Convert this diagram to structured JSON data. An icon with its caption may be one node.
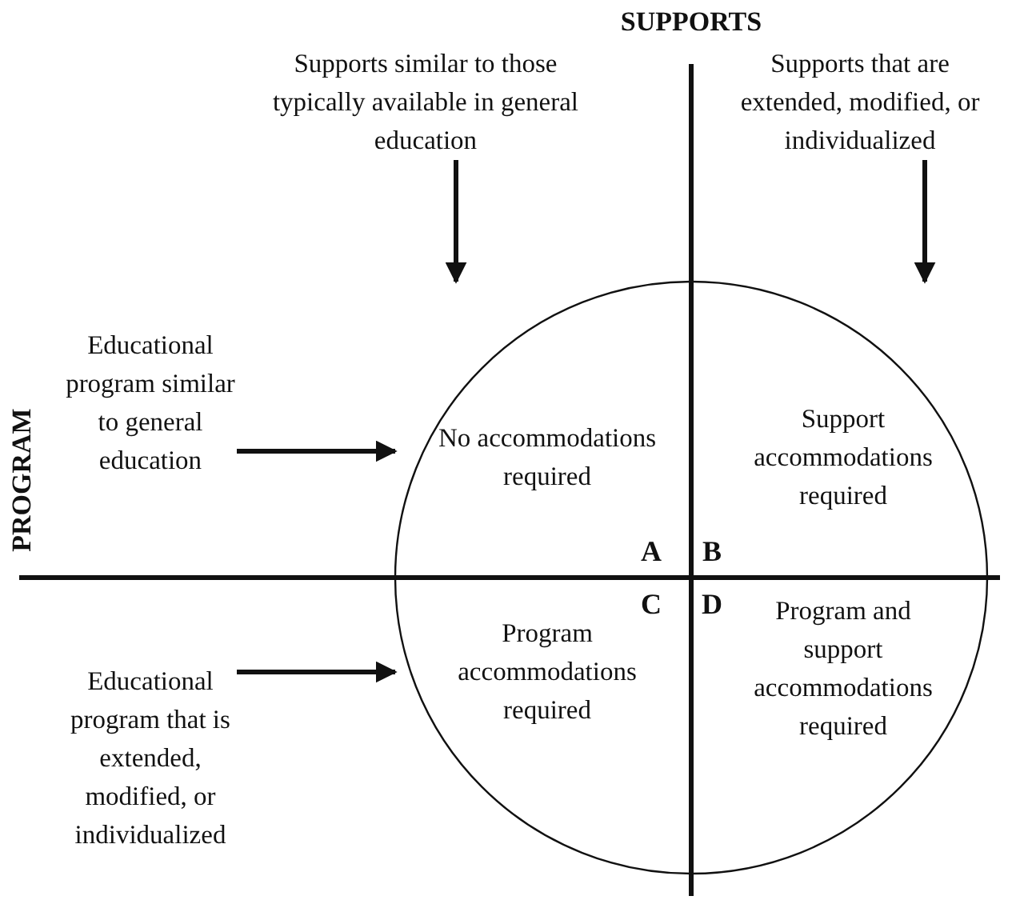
{
  "diagram": {
    "nodes": [
      {
        "text": [
          "Supports similar to those typically available in general education"
        ]
      },
      {
        "text": [
          "Supports that are extended, modified, or individualized"
        ]
      },
      {
        "text": [
          "Educational program similar to general education"
        ]
      },
      {
        "text": [
          "No accommodations required",
          "A"
        ]
      },
      {
        "text": [
          "Support accommodations required",
          "B"
        ]
      },
      {
        "text": [
          "Educational program that is extended, modified, or individualized"
        ]
      },
      {
        "text": [
          "C",
          "Program accommodations required"
        ]
      },
      {
        "text": [
          "D",
          "Program and support accommodations required"
        ]
      }
    ],
    "edges": [
      {
        "from": 0,
        "to": 3,
        "arrow": "to"
      },
      {
        "from": 1,
        "to": 4,
        "arrow": "to"
      },
      {
        "from": 2,
        "to": 3,
        "arrow": "to"
      },
      {
        "from": 5,
        "to": 6,
        "arrow": "to"
      }
    ],
    "labels": [
      "SUPPORTS",
      "PROGRAM"
    ]
  }
}
